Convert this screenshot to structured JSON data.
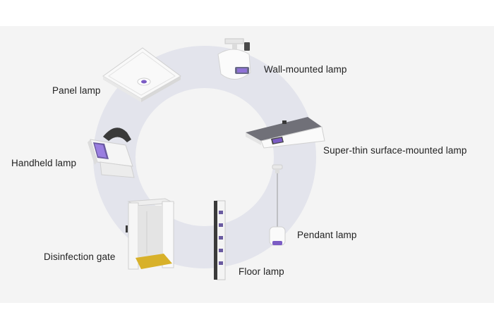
{
  "products": {
    "panel_lamp": "Panel lamp",
    "wall_mounted_lamp": "Wall-mounted lamp",
    "super_thin_lamp": "Super-thin surface-mounted lamp",
    "handheld_lamp": "Handheld lamp",
    "pendant_lamp": "Pendant lamp",
    "disinfection_gate": "Disinfection gate",
    "floor_lamp": "Floor lamp"
  },
  "colors": {
    "background_panel": "#f4f4f4",
    "ring": "#e3e4ec",
    "uv_accent": "#7b5cc4",
    "device_body": "#f7f7f7",
    "dark_trim": "#3a3a3a",
    "gate_floor": "#d8b12a"
  }
}
